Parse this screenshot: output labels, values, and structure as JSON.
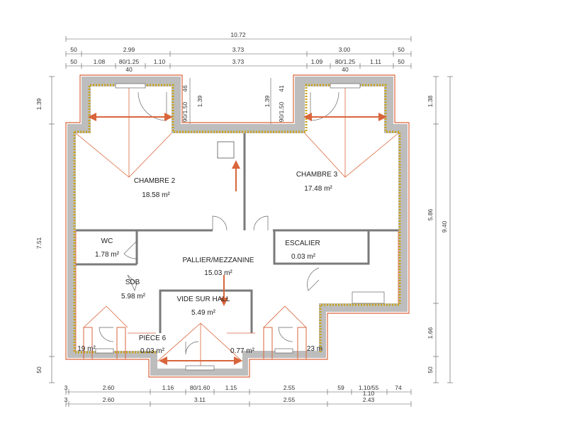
{
  "dimensions": {
    "top_total": "10.72",
    "top_row1": [
      "50",
      "2.99",
      "3.73",
      "3.00",
      "50"
    ],
    "top_row2": [
      "50",
      "1.08",
      "80/1.25",
      "40",
      "1.10",
      "3.73",
      "1.09",
      "80/1.25",
      "40",
      "1.11",
      "50"
    ],
    "left": [
      "1.39",
      "7.51",
      "50"
    ],
    "right_inner": [
      "1.38",
      "5.86",
      "1.66",
      "50"
    ],
    "right_outer": "9.40",
    "window_dims": [
      "46",
      "90/1.50",
      "1.39",
      "1.39",
      "90/1.50",
      "41"
    ],
    "bottom_row1": [
      "3",
      "2.60",
      "1.16",
      "80/1.60",
      "1.15",
      "2.55",
      "59",
      "1.10/55",
      "74"
    ],
    "bottom_row2": [
      "3",
      "2.60",
      "3.11",
      "2.55",
      "1.10",
      "2.43"
    ]
  },
  "rooms": {
    "chambre2": {
      "name": "CHAMBRE 2",
      "area": "18.58 m²"
    },
    "chambre3": {
      "name": "CHAMBRE 3",
      "area": "17.48 m²"
    },
    "wc": {
      "name": "WC",
      "area": "1.78 m²"
    },
    "escalier": {
      "name": "ESCALIER",
      "area": "0.03 m²"
    },
    "pallier": {
      "name": "PALLIER/MEZZANINE",
      "area": "15.03 m²"
    },
    "sdb": {
      "name": "SDB",
      "area": "5.98 m²"
    },
    "vide": {
      "name": "VIDE SUR HALL",
      "area": "5.49 m²"
    },
    "piece6": {
      "name": "PIÈCE 6",
      "area": "0.03 m²"
    },
    "small_left": {
      "area": "19 m²"
    },
    "small_mid": {
      "area": "0.77 m²"
    },
    "small_right": {
      "area": "23 m"
    }
  },
  "colors": {
    "wall_fill": "#bdbdbd",
    "insulation": "#c8a418",
    "outline": "#d9653b",
    "interior_wall": "#7a7a7a"
  }
}
